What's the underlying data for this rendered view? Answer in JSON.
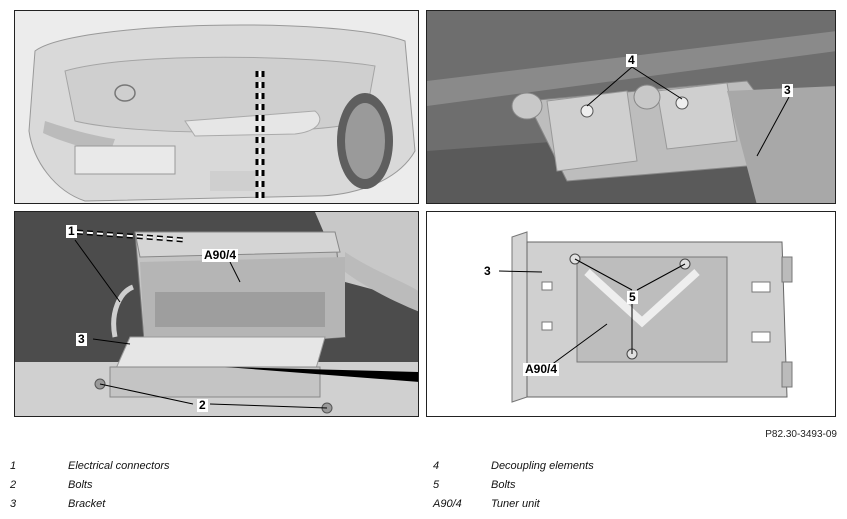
{
  "callouts": {
    "p2_c4": "4",
    "p2_c3": "3",
    "p3_c1": "1",
    "p3_a904": "A90/4",
    "p3_c3": "3",
    "p3_c2": "2",
    "p4_c3": "3",
    "p4_c5": "5",
    "p4_a904": "A90/4"
  },
  "reference": "P82.30-3493-09",
  "legend": {
    "left": [
      {
        "num": "1",
        "label": "Electrical connectors"
      },
      {
        "num": "2",
        "label": "Bolts"
      },
      {
        "num": "3",
        "label": "Bracket"
      }
    ],
    "right": [
      {
        "num": "4",
        "label": "Decoupling elements"
      },
      {
        "num": "5",
        "label": "Bolts"
      },
      {
        "num": "A90/4",
        "label": "Tuner unit"
      }
    ]
  }
}
